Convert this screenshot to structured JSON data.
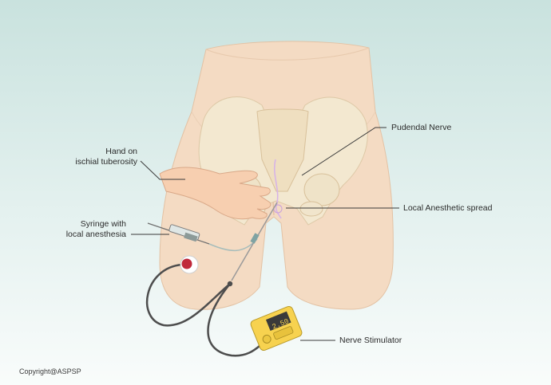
{
  "labels": {
    "hand_line1": "Hand on",
    "hand_line2": "ischial tuberosity",
    "syringe_line1": "Syringe with",
    "syringe_line2": "local anesthesia",
    "pudendal": "Pudendal Nerve",
    "anesthetic": "Local Anesthetic spread",
    "stimulator": "Nerve Stimulator"
  },
  "stimulator_display": "2.50",
  "copyright": "Copyright@ASPSP",
  "colors": {
    "background_top": "#c9e2de",
    "background_bottom": "#f7fbfa",
    "skin": "#f3d9c0",
    "bone": "#f2e6cd",
    "hand": "#f7cfb0",
    "device": "#f7d24f",
    "cable": "#4d4d4d",
    "electrode": "#c0283a",
    "nerve": "#d7b4e6"
  }
}
